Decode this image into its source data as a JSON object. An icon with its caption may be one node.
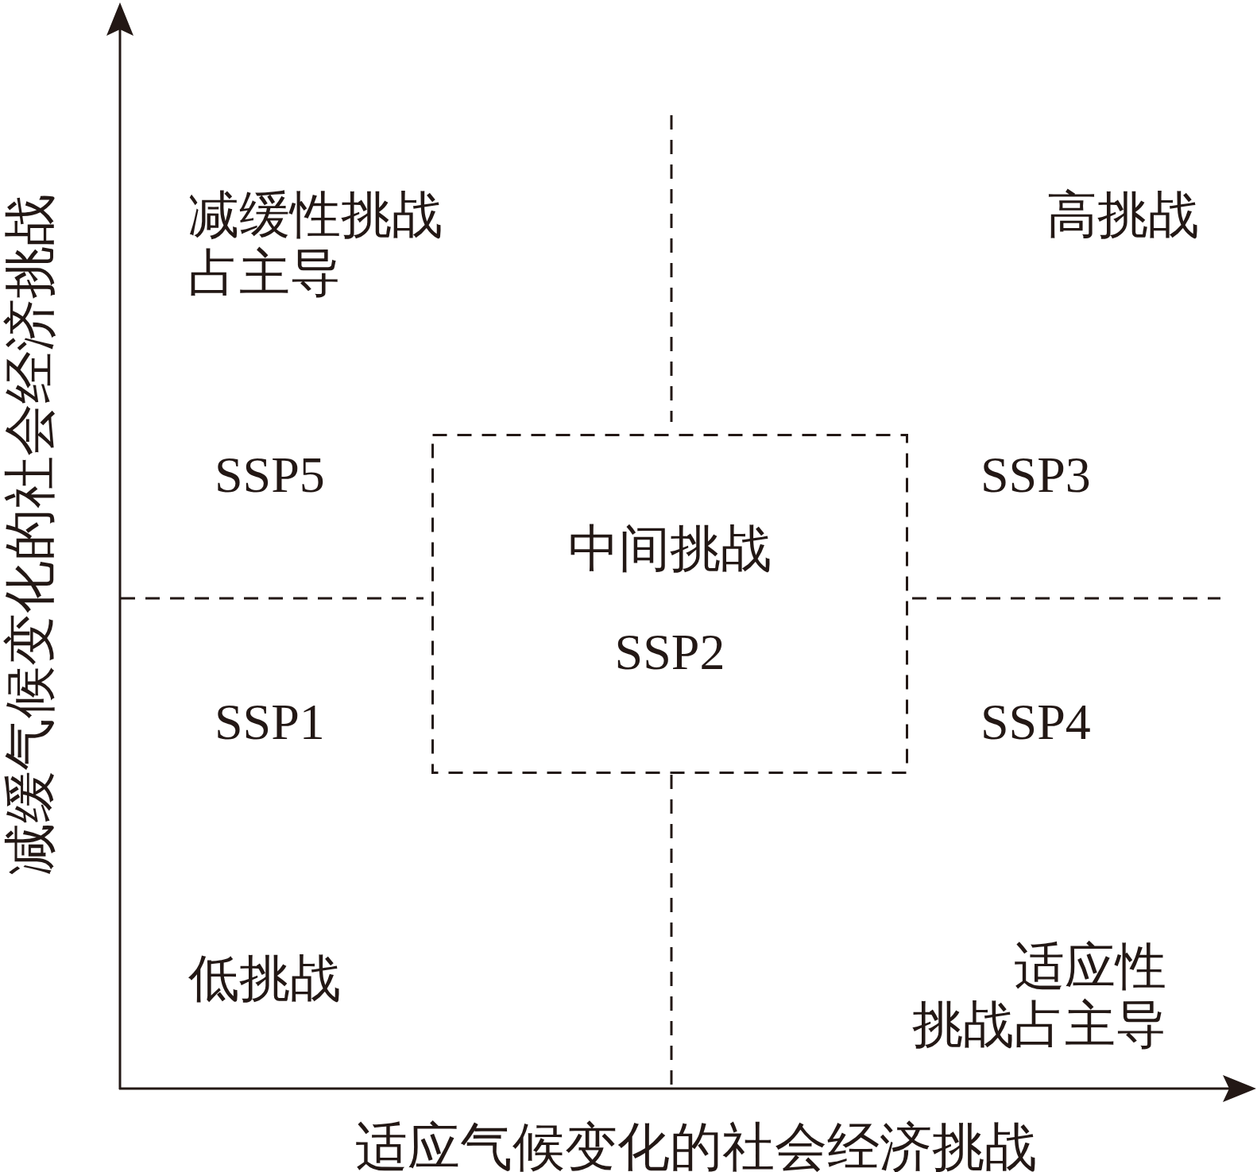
{
  "diagram": {
    "nodes": [
      {
        "text": [
          "中间挑战",
          "SSP2"
        ]
      }
    ],
    "labels": [
      "减缓气候变化的社会经济挑战",
      "减缓性挑战占主导",
      "高挑战",
      "SSP5",
      "SSP3",
      "SSP1",
      "SSP4",
      "低挑战",
      "适应性挑战占主导",
      "适应气候变化的社会经济挑战"
    ]
  }
}
